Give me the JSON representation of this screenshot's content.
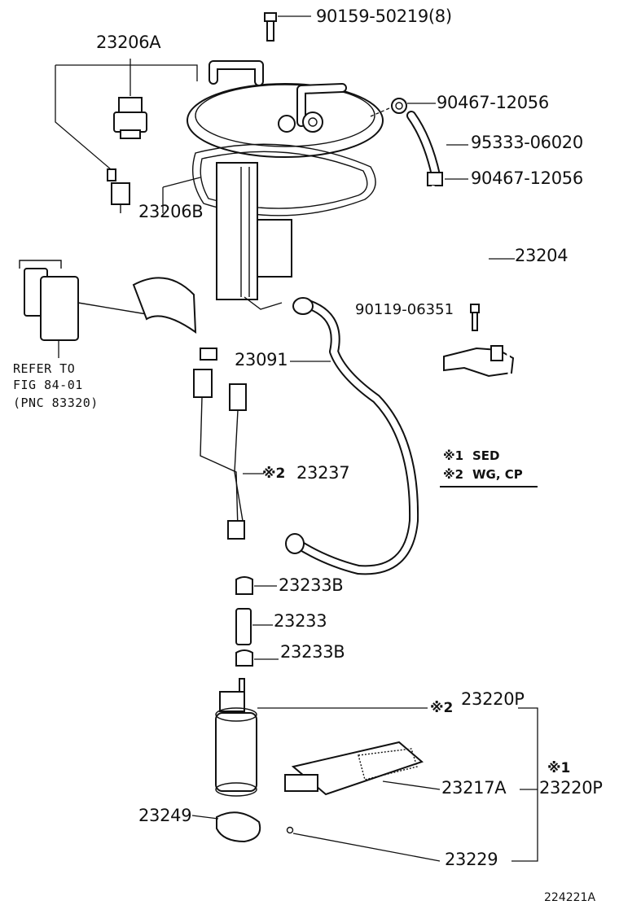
{
  "labels": {
    "bolt": "90159-50219(8)",
    "sender_assy": "23206A",
    "clamp_top": "90467-12056",
    "hose_small": "95333-06020",
    "clamp_bottom": "90467-12056",
    "bracket": "23206B",
    "pipe": "23204",
    "screw": "90119-06351",
    "hose_main": "23091",
    "harness": "23237",
    "grommet_top": "23233B",
    "cushion": "23233",
    "grommet_bottom": "23233B",
    "pump_2": "23220P",
    "filter": "23217A",
    "pump_1": "23220P",
    "pump_clip": "23249",
    "ring": "23229"
  },
  "reference": {
    "line1": "REFER TO",
    "line2": "FIG 84-01",
    "line3": "(PNC 83320)"
  },
  "notes": {
    "note1_mark": "※1",
    "note1_text": "SED",
    "note2_mark": "※2",
    "note2_text": "WG, CP"
  },
  "marks": {
    "harness_mark": "※2",
    "pump_2_mark": "※2",
    "pump_1_mark": "※1"
  },
  "figure_id": "224221A"
}
